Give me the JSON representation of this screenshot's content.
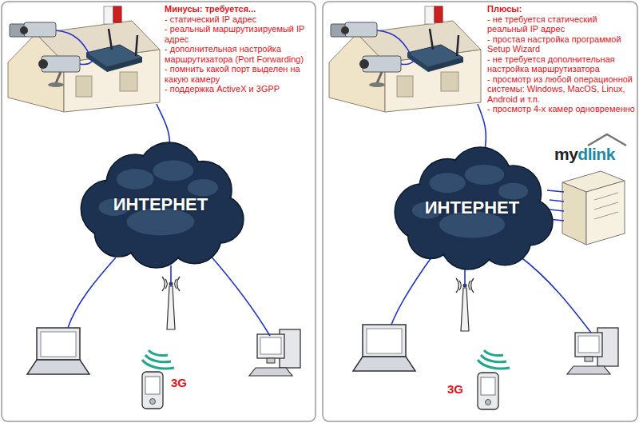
{
  "diagram": {
    "nodes": [
      {
        "text": [
          "ИНТЕРНЕТ"
        ]
      },
      {
        "text": [
          "ИНТЕРНЕТ"
        ]
      }
    ],
    "labels": [
      "Минусы: требуется...",
      "- статический IP адрес",
      "- реальный маршрутизируемый IP адрес",
      "- дополнительная настройка маршрутизатора (Port Forwarding)",
      "- помнить какой порт выделен на какую камеру",
      "- поддержка ActiveX и 3GPP",
      "3G",
      "Плюсы:",
      "- не требуется статический реальный IP адрес",
      "- простая настройка программой Setup Wizard",
      "- не требуется дополнительная настройка маршрутизатора",
      "- просмотр из любой операционной системы: Windows, MacOS, Linux, Android и т.п.",
      "- просмотр 4-х камер одновременно",
      "my",
      "dlink",
      "3G"
    ]
  }
}
